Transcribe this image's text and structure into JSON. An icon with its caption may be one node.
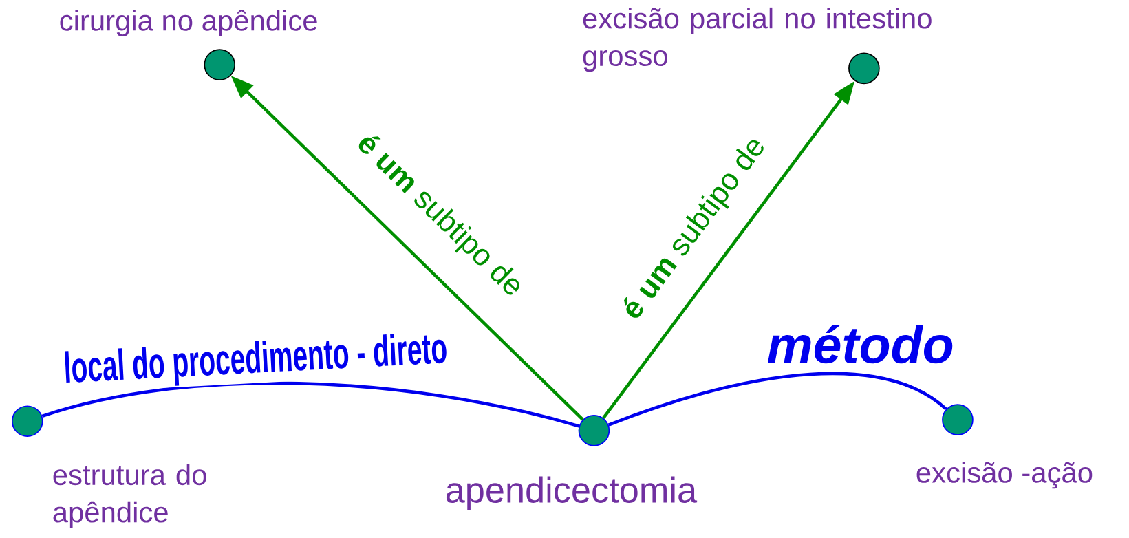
{
  "diagram": {
    "nodes": [
      {
        "text": [],
        "shape": "circle",
        "beside": [
          "cirurgia no apêndice"
        ]
      },
      {
        "text": [],
        "shape": "circle",
        "beside": [
          "excisão parcial no intestino grosso"
        ]
      },
      {
        "text": [],
        "shape": "circle",
        "beside": [
          "estrutura do apêndice"
        ]
      },
      {
        "text": [],
        "shape": "circle",
        "beside": [
          "apendicectomia"
        ]
      },
      {
        "text": [],
        "shape": "circle",
        "beside": [
          "excisão -ação"
        ]
      }
    ],
    "edges": [
      {
        "from": 3,
        "to": 0,
        "arrow": "to",
        "label": "**é um** subtipo de",
        "color": "#008f00"
      },
      {
        "from": 3,
        "to": 1,
        "arrow": "to",
        "label": "**é um** subtipo de",
        "color": "#008f00"
      },
      {
        "from": 3,
        "to": 2,
        "arrow": "none",
        "label": "local do procedimento - direto",
        "color": "#0000ee"
      },
      {
        "from": 3,
        "to": 4,
        "arrow": "none",
        "label": "método",
        "color": "#0000ee"
      }
    ]
  }
}
